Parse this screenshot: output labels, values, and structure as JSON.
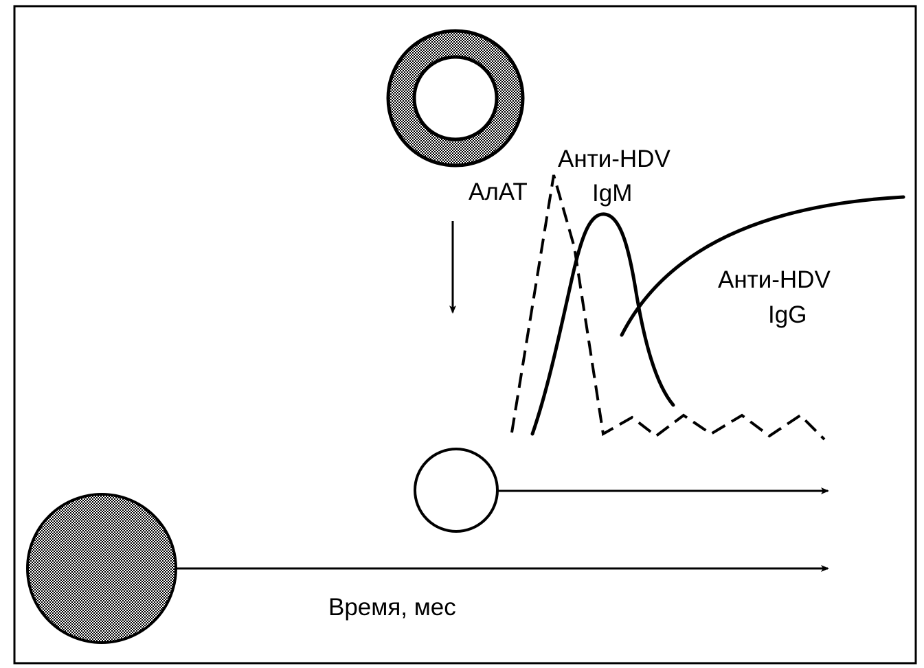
{
  "labels": {
    "alat": "АлАТ",
    "anti_hdv_igm_line1": "Анти-HDV",
    "anti_hdv_igm_line2": "IgM",
    "anti_hdv_igg_line1": "Анти-HDV",
    "anti_hdv_igg_line2": "IgG",
    "time_axis": "Время, мес"
  },
  "colors": {
    "ink": "#000000",
    "background": "#ffffff"
  }
}
